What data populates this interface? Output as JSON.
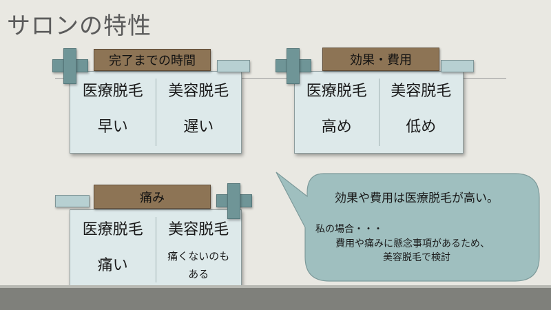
{
  "slide": {
    "title": "サロンの特性"
  },
  "panels": [
    {
      "tag": "完了までの時間",
      "left_head": "医療脱毛",
      "left_value": "早い",
      "right_head": "美容脱毛",
      "right_value": "遅い"
    },
    {
      "tag": "効果・費用",
      "left_head": "医療脱毛",
      "left_value": "高め",
      "right_head": "美容脱毛",
      "right_value": "低め"
    },
    {
      "tag": "痛み",
      "left_head": "医療脱毛",
      "left_value": "痛い",
      "right_head": "美容脱毛",
      "right_value_line1": "痛くないのも",
      "right_value_line2": "ある"
    }
  ],
  "callout": {
    "main": "効果や費用は医療脱毛が高い。",
    "line1": "私の場合・・・",
    "line2": "費用や痛みに懸念事項があるため、",
    "line3": "美容脱毛で検討"
  },
  "colors": {
    "background": "#e9e8e2",
    "card": "#dde9ea",
    "tag": "#8d7455",
    "plus": "#6f9597",
    "callout": "#9fbfbf",
    "footer": "#7f807b"
  },
  "icons": [
    "plus-icon"
  ]
}
